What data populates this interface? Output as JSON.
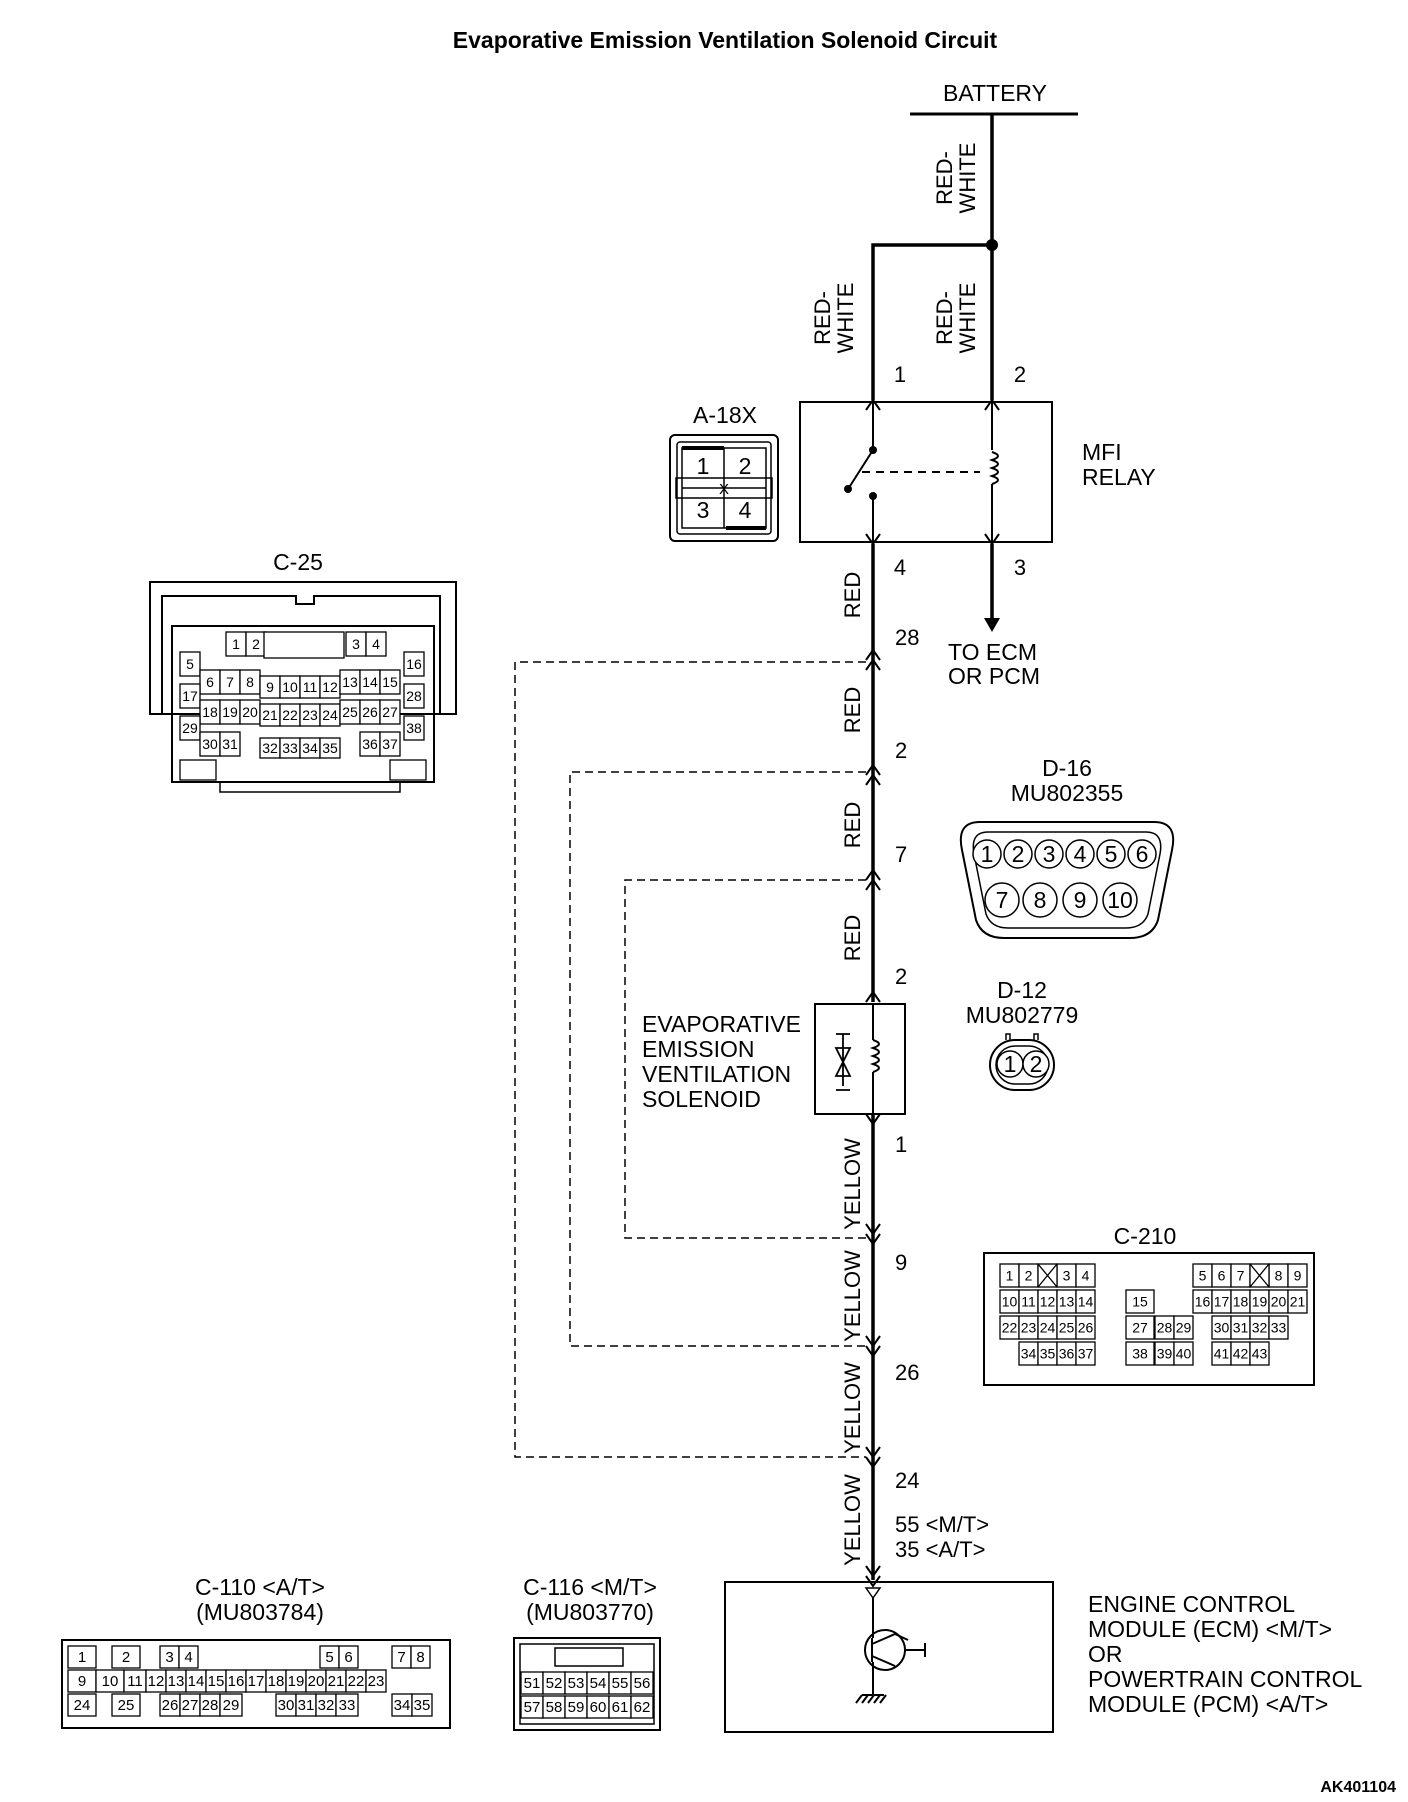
{
  "title": "Evaporative Emission Ventilation Solenoid Circuit",
  "battery": "BATTERY",
  "wires": {
    "red_white": [
      "RED-",
      "WHITE"
    ],
    "red": "RED",
    "yellow": "YELLOW"
  },
  "mfi_relay": {
    "label": [
      "MFI",
      "RELAY"
    ],
    "pins": [
      "1",
      "2",
      "4",
      "3"
    ],
    "to_ecm": [
      "TO ECM",
      "OR PCM"
    ]
  },
  "junction_pins": [
    "28",
    "2",
    "7",
    "2",
    "1",
    "9",
    "26",
    "24"
  ],
  "ecm_pins": [
    "55 <M/T>",
    "35 <A/T>"
  ],
  "solenoid": {
    "label": [
      "EVAPORATIVE",
      "EMISSION",
      "VENTILATION",
      "SOLENOID"
    ]
  },
  "ecm": {
    "label": [
      "ENGINE CONTROL",
      "MODULE (ECM) <M/T>",
      "OR",
      "POWERTRAIN CONTROL",
      "MODULE (PCM) <A/T>"
    ]
  },
  "connectors": {
    "a18x": {
      "name": "A-18X",
      "cells": [
        "1",
        "2",
        "3",
        "4"
      ]
    },
    "c25": {
      "name": "C-25",
      "cells": [
        "1",
        "2",
        "3",
        "4",
        "5",
        "16",
        "6",
        "7",
        "8",
        "9",
        "10",
        "11",
        "12",
        "13",
        "14",
        "15",
        "17",
        "28",
        "18",
        "19",
        "20",
        "21",
        "22",
        "23",
        "24",
        "25",
        "26",
        "27",
        "29",
        "38",
        "30",
        "31",
        "32",
        "33",
        "34",
        "35",
        "36",
        "37"
      ]
    },
    "d16": {
      "name": "D-16",
      "part": "MU802355",
      "pins": [
        "1",
        "2",
        "3",
        "4",
        "5",
        "6",
        "7",
        "8",
        "9",
        "10"
      ]
    },
    "d12": {
      "name": "D-12",
      "part": "MU802779",
      "pins": [
        "1",
        "2"
      ]
    },
    "c210": {
      "name": "C-210",
      "cells": [
        "1",
        "2",
        "3",
        "4",
        "5",
        "6",
        "7",
        "8",
        "9",
        "10",
        "11",
        "12",
        "13",
        "14",
        "15",
        "16",
        "17",
        "18",
        "19",
        "20",
        "21",
        "22",
        "23",
        "24",
        "25",
        "26",
        "27",
        "28",
        "29",
        "30",
        "31",
        "32",
        "33",
        "34",
        "35",
        "36",
        "37",
        "38",
        "39",
        "40",
        "41",
        "42",
        "43"
      ]
    },
    "c110": {
      "name": "C-110 <A/T>",
      "part": "(MU803784)",
      "cells": [
        "1",
        "2",
        "3",
        "4",
        "5",
        "6",
        "7",
        "8",
        "9",
        "10",
        "11",
        "12",
        "13",
        "14",
        "15",
        "16",
        "17",
        "18",
        "19",
        "20",
        "21",
        "22",
        "23",
        "24",
        "25",
        "26",
        "27",
        "28",
        "29",
        "30",
        "31",
        "32",
        "33",
        "34",
        "35"
      ]
    },
    "c116": {
      "name": "C-116 <M/T>",
      "part": "(MU803770)",
      "cells": [
        "51",
        "52",
        "53",
        "54",
        "55",
        "56",
        "57",
        "58",
        "59",
        "60",
        "61",
        "62"
      ]
    }
  },
  "figure_ref": "AK401104"
}
